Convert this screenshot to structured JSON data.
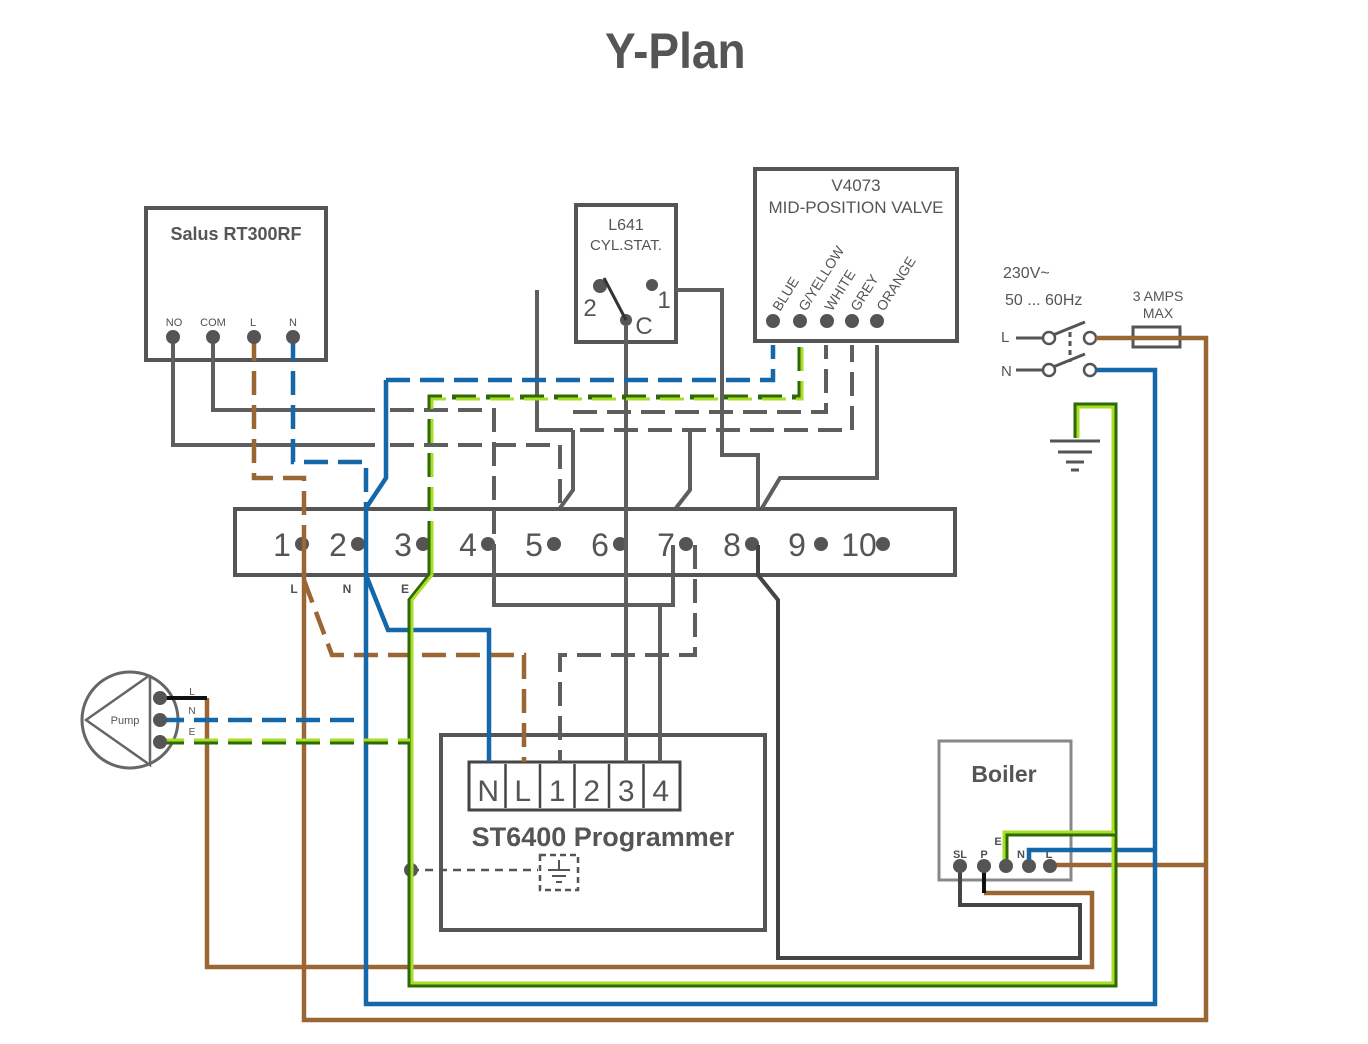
{
  "title": "Y-Plan",
  "colors": {
    "live_brown": "#9a6634",
    "neutral_blue": "#1467a8",
    "earth_green": "#2d6a05",
    "earth_yellow": "#a9dd26",
    "switched_grey": "#5e5e5e"
  },
  "room_stat": {
    "name": "Salus RT300RF",
    "terminals": [
      "NO",
      "COM",
      "L",
      "N"
    ]
  },
  "cylinder_stat": {
    "model": "L641",
    "name": "CYL.STAT.",
    "terminals": [
      "2",
      "C",
      "1"
    ]
  },
  "valve": {
    "model": "V4073",
    "name": "MID-POSITION VALVE",
    "wires": [
      "BLUE",
      "G/YELLOW",
      "WHITE",
      "GREY",
      "ORANGE"
    ]
  },
  "supply": {
    "voltage": "230V~",
    "frequency": "50 ... 60Hz",
    "fuse_rating": "3 AMPS",
    "fuse_max": "MAX",
    "line_label": "L",
    "neutral_label": "N"
  },
  "junction_box": {
    "terminals": [
      "1",
      "2",
      "3",
      "4",
      "5",
      "6",
      "7",
      "8",
      "9",
      "10"
    ],
    "labels": [
      "L",
      "N",
      "E"
    ]
  },
  "pump": {
    "name": "Pump",
    "terminals": [
      "L",
      "N",
      "E"
    ]
  },
  "programmer": {
    "name": "ST6400 Programmer",
    "terminals": [
      "N",
      "L",
      "1",
      "2",
      "3",
      "4"
    ]
  },
  "boiler": {
    "name": "Boiler",
    "terminals": [
      "SL",
      "P",
      "E",
      "N",
      "L"
    ]
  }
}
